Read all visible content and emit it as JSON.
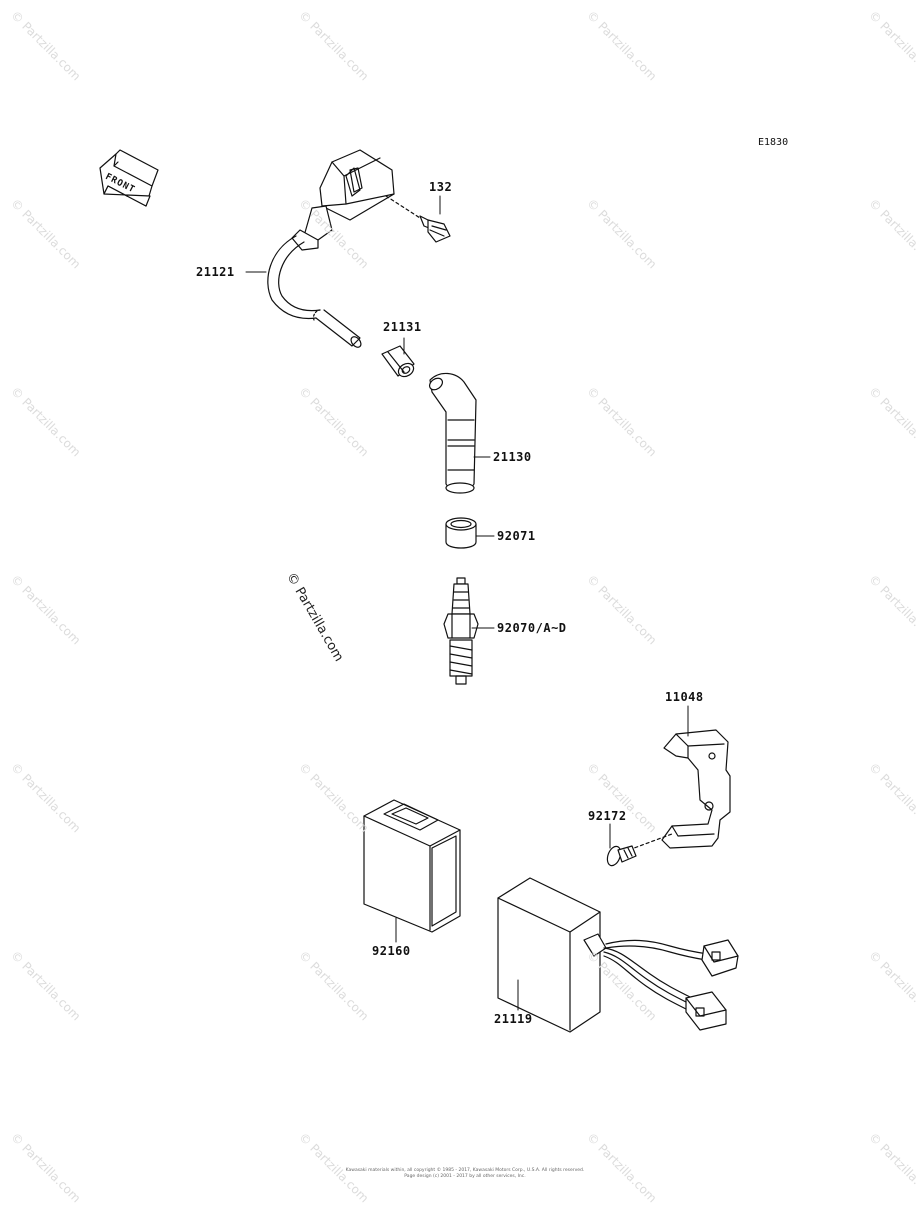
{
  "diagram": {
    "code": "E1830",
    "front_label": "FRONT",
    "parts": [
      {
        "id": "132",
        "label": "132"
      },
      {
        "id": "21121",
        "label": "21121"
      },
      {
        "id": "21131",
        "label": "21131"
      },
      {
        "id": "21130",
        "label": "21130"
      },
      {
        "id": "92071",
        "label": "92071"
      },
      {
        "id": "92070",
        "label": "92070/A~D"
      },
      {
        "id": "11048",
        "label": "11048"
      },
      {
        "id": "92172",
        "label": "92172"
      },
      {
        "id": "92160",
        "label": "92160"
      },
      {
        "id": "21119",
        "label": "21119"
      }
    ]
  },
  "watermark": {
    "text": "© Partzilla.com",
    "center_text": "© Partzilla.com"
  },
  "footer": {
    "line1": "Kawasaki materials within, all copyright © 1985 - 2017, Kawasaki Motors Corp., U.S.A. All rights reserved.",
    "line2": "Page design (c) 2001 - 2017 by all other services, Inc."
  }
}
